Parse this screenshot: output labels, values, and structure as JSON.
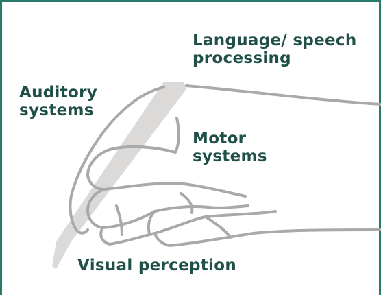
{
  "colors": {
    "frame": "#2a7a6b",
    "label": "#1f4f47",
    "hand_outline": "#a9a9a9",
    "pen": "#dcdad8"
  },
  "labels": {
    "language": [
      "Language/ speech",
      "processing"
    ],
    "auditory": [
      "Auditory",
      "systems"
    ],
    "motor": [
      "Motor",
      "systems"
    ],
    "visual": [
      "Visual perception"
    ]
  }
}
